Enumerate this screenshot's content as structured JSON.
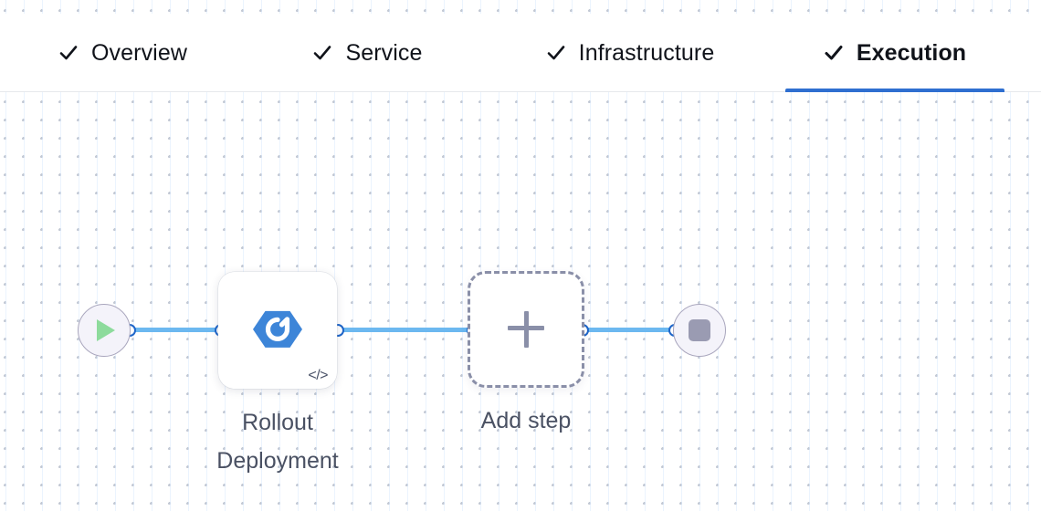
{
  "tabs": [
    {
      "id": "overview",
      "label": "Overview",
      "icon": "check-icon",
      "completed": true,
      "active": false
    },
    {
      "id": "service",
      "label": "Service",
      "icon": "check-icon",
      "completed": true,
      "active": false
    },
    {
      "id": "infrastructure",
      "label": "Infrastructure",
      "icon": "check-icon",
      "completed": true,
      "active": false
    },
    {
      "id": "execution",
      "label": "Execution",
      "icon": "check-icon",
      "completed": true,
      "active": true
    }
  ],
  "canvas": {
    "grid": "dotted",
    "background_color": "#ffffff",
    "dot_color": "#c3c9d4"
  },
  "pipeline": {
    "nodes": {
      "start": {
        "type": "start",
        "icon": "play-icon",
        "label": ""
      },
      "rollout": {
        "type": "step",
        "icon": "rollout-deployment-icon",
        "badge_icon": "code-icon",
        "badge_text": "</>",
        "label": "Rollout\nDeployment"
      },
      "add_step": {
        "type": "placeholder",
        "icon": "plus-icon",
        "label": "Add step"
      },
      "end": {
        "type": "end",
        "icon": "stop-icon",
        "label": ""
      }
    },
    "edges": [
      {
        "from": "start",
        "to": "rollout"
      },
      {
        "from": "rollout",
        "to": "add_step"
      },
      {
        "from": "add_step",
        "to": "end"
      }
    ]
  },
  "colors": {
    "active_tab_underline": "#2f6fd0",
    "edge": "#6cb8f0",
    "handle_border": "#1f66c9",
    "rollout_icon": "#3d85d8",
    "play_icon": "#8ddb9c",
    "stop_icon": "#9a9bb2",
    "dashed_border": "#8a8fa8",
    "label_text": "#4a5163",
    "tab_text": "#10131a"
  }
}
